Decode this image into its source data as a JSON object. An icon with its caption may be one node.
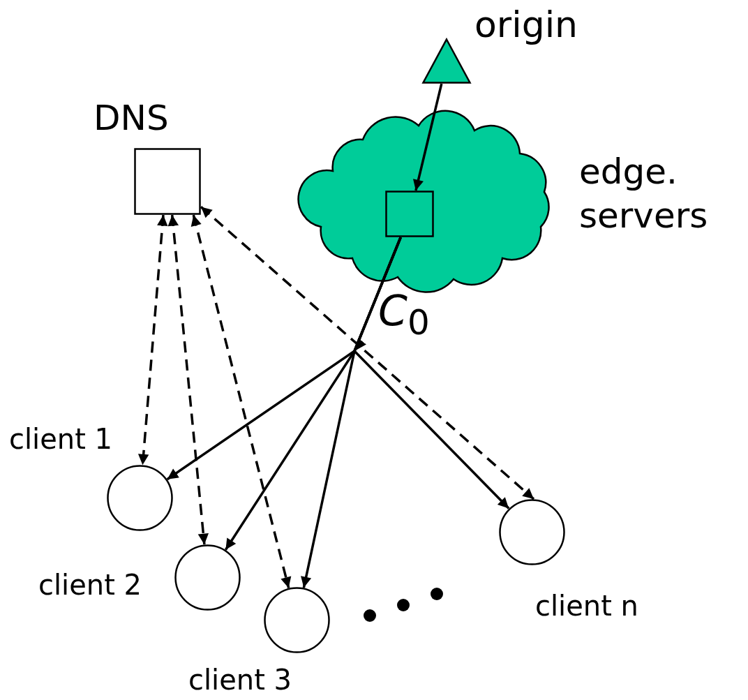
{
  "diagram": {
    "nodes": [
      {
        "text": [
          "DNS"
        ]
      },
      {
        "text": [
          "origin"
        ]
      },
      {
        "text": [
          "edge. servers"
        ]
      },
      {
        "text": [],
        "shape": "box",
        "in": 2
      },
      {
        "text": [
          "client 1"
        ]
      },
      {
        "text": [
          "client 2"
        ]
      },
      {
        "text": [
          "client 3"
        ]
      },
      {
        "text": [
          "client n"
        ]
      }
    ],
    "edges": [
      {
        "from": 1,
        "to": 3,
        "arrow": "to"
      },
      {
        "from": 3,
        "to": 4,
        "arrow": "to"
      },
      {
        "from": 3,
        "to": 5,
        "arrow": "to"
      },
      {
        "from": 3,
        "to": 6,
        "arrow": "to"
      },
      {
        "from": 3,
        "to": 7,
        "arrow": "to"
      },
      {
        "from": 0,
        "to": 4,
        "arrow": "both",
        "style": "dashed"
      },
      {
        "from": 0,
        "to": 5,
        "arrow": "both",
        "style": "dashed"
      },
      {
        "from": 0,
        "to": 6,
        "arrow": "both",
        "style": "dashed"
      },
      {
        "from": 0,
        "to": 7,
        "arrow": "both",
        "style": "dashed"
      }
    ],
    "labels": [
      "*C*$_{0}$"
    ]
  }
}
